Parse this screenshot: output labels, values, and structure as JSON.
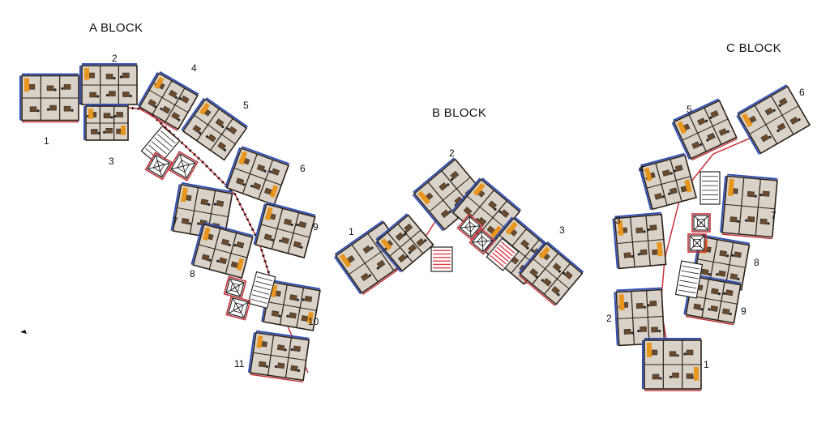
{
  "blocks": [
    {
      "title": "A BLOCK",
      "units": [
        "1",
        "2",
        "3",
        "4",
        "5",
        "6",
        "7",
        "8",
        "9",
        "10",
        "11"
      ]
    },
    {
      "title": "B BLOCK",
      "units": [
        "1",
        "2",
        "3"
      ]
    },
    {
      "title": "C  BLOCK",
      "units": [
        "1",
        "2",
        "3",
        "4",
        "5",
        "6",
        "7",
        "8",
        "9"
      ]
    }
  ],
  "colors": {
    "wall": "#2b2118",
    "room_fill": "#d9d2c8",
    "furniture": "#6b4a2b",
    "accent_orange": "#e8961e",
    "outline_blue": "#2f4fb5",
    "outline_red": "#c8323a",
    "stair_red": "#e23b4a"
  }
}
